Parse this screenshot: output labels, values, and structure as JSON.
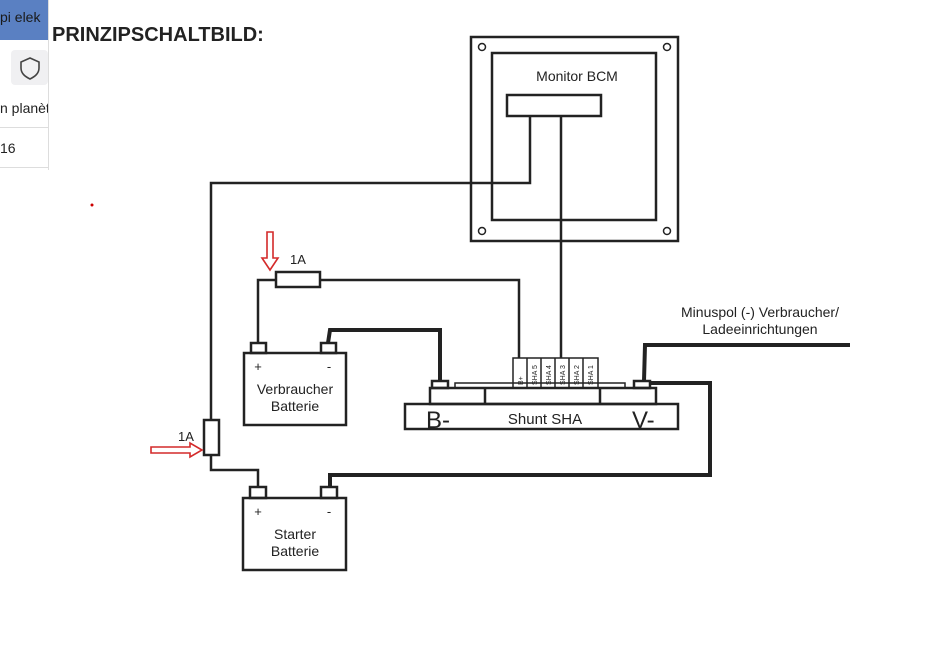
{
  "sidebar": {
    "tab_text": "pi elek",
    "row1": "n planèt",
    "row2": "16",
    "icon": "shield-icon"
  },
  "title": "PRINZIPSCHALTBILD:",
  "monitor": {
    "label": "Monitor BCM"
  },
  "fuse_top": {
    "label": "1A"
  },
  "fuse_left": {
    "label": "1A"
  },
  "consumer_battery": {
    "plus": "+",
    "minus": "-",
    "line1": "Verbraucher",
    "line2": "Batterie"
  },
  "starter_battery": {
    "plus": "+",
    "minus": "-",
    "line1": "Starter",
    "line2": "Batterie"
  },
  "shunt": {
    "label": "Shunt SHA",
    "b_minus": "B-",
    "v_minus": "V-",
    "pins": [
      "B+",
      "SHA 5",
      "SHA 4",
      "SHA 3",
      "SHA 2",
      "SHA 1"
    ]
  },
  "minus_label": {
    "line1": "Minuspol (-) Verbraucher/",
    "line2": "Ladeeinrichtungen"
  },
  "colors": {
    "arrow": "#d42a2a",
    "wire": "#222222",
    "tab": "#5a80c2"
  }
}
